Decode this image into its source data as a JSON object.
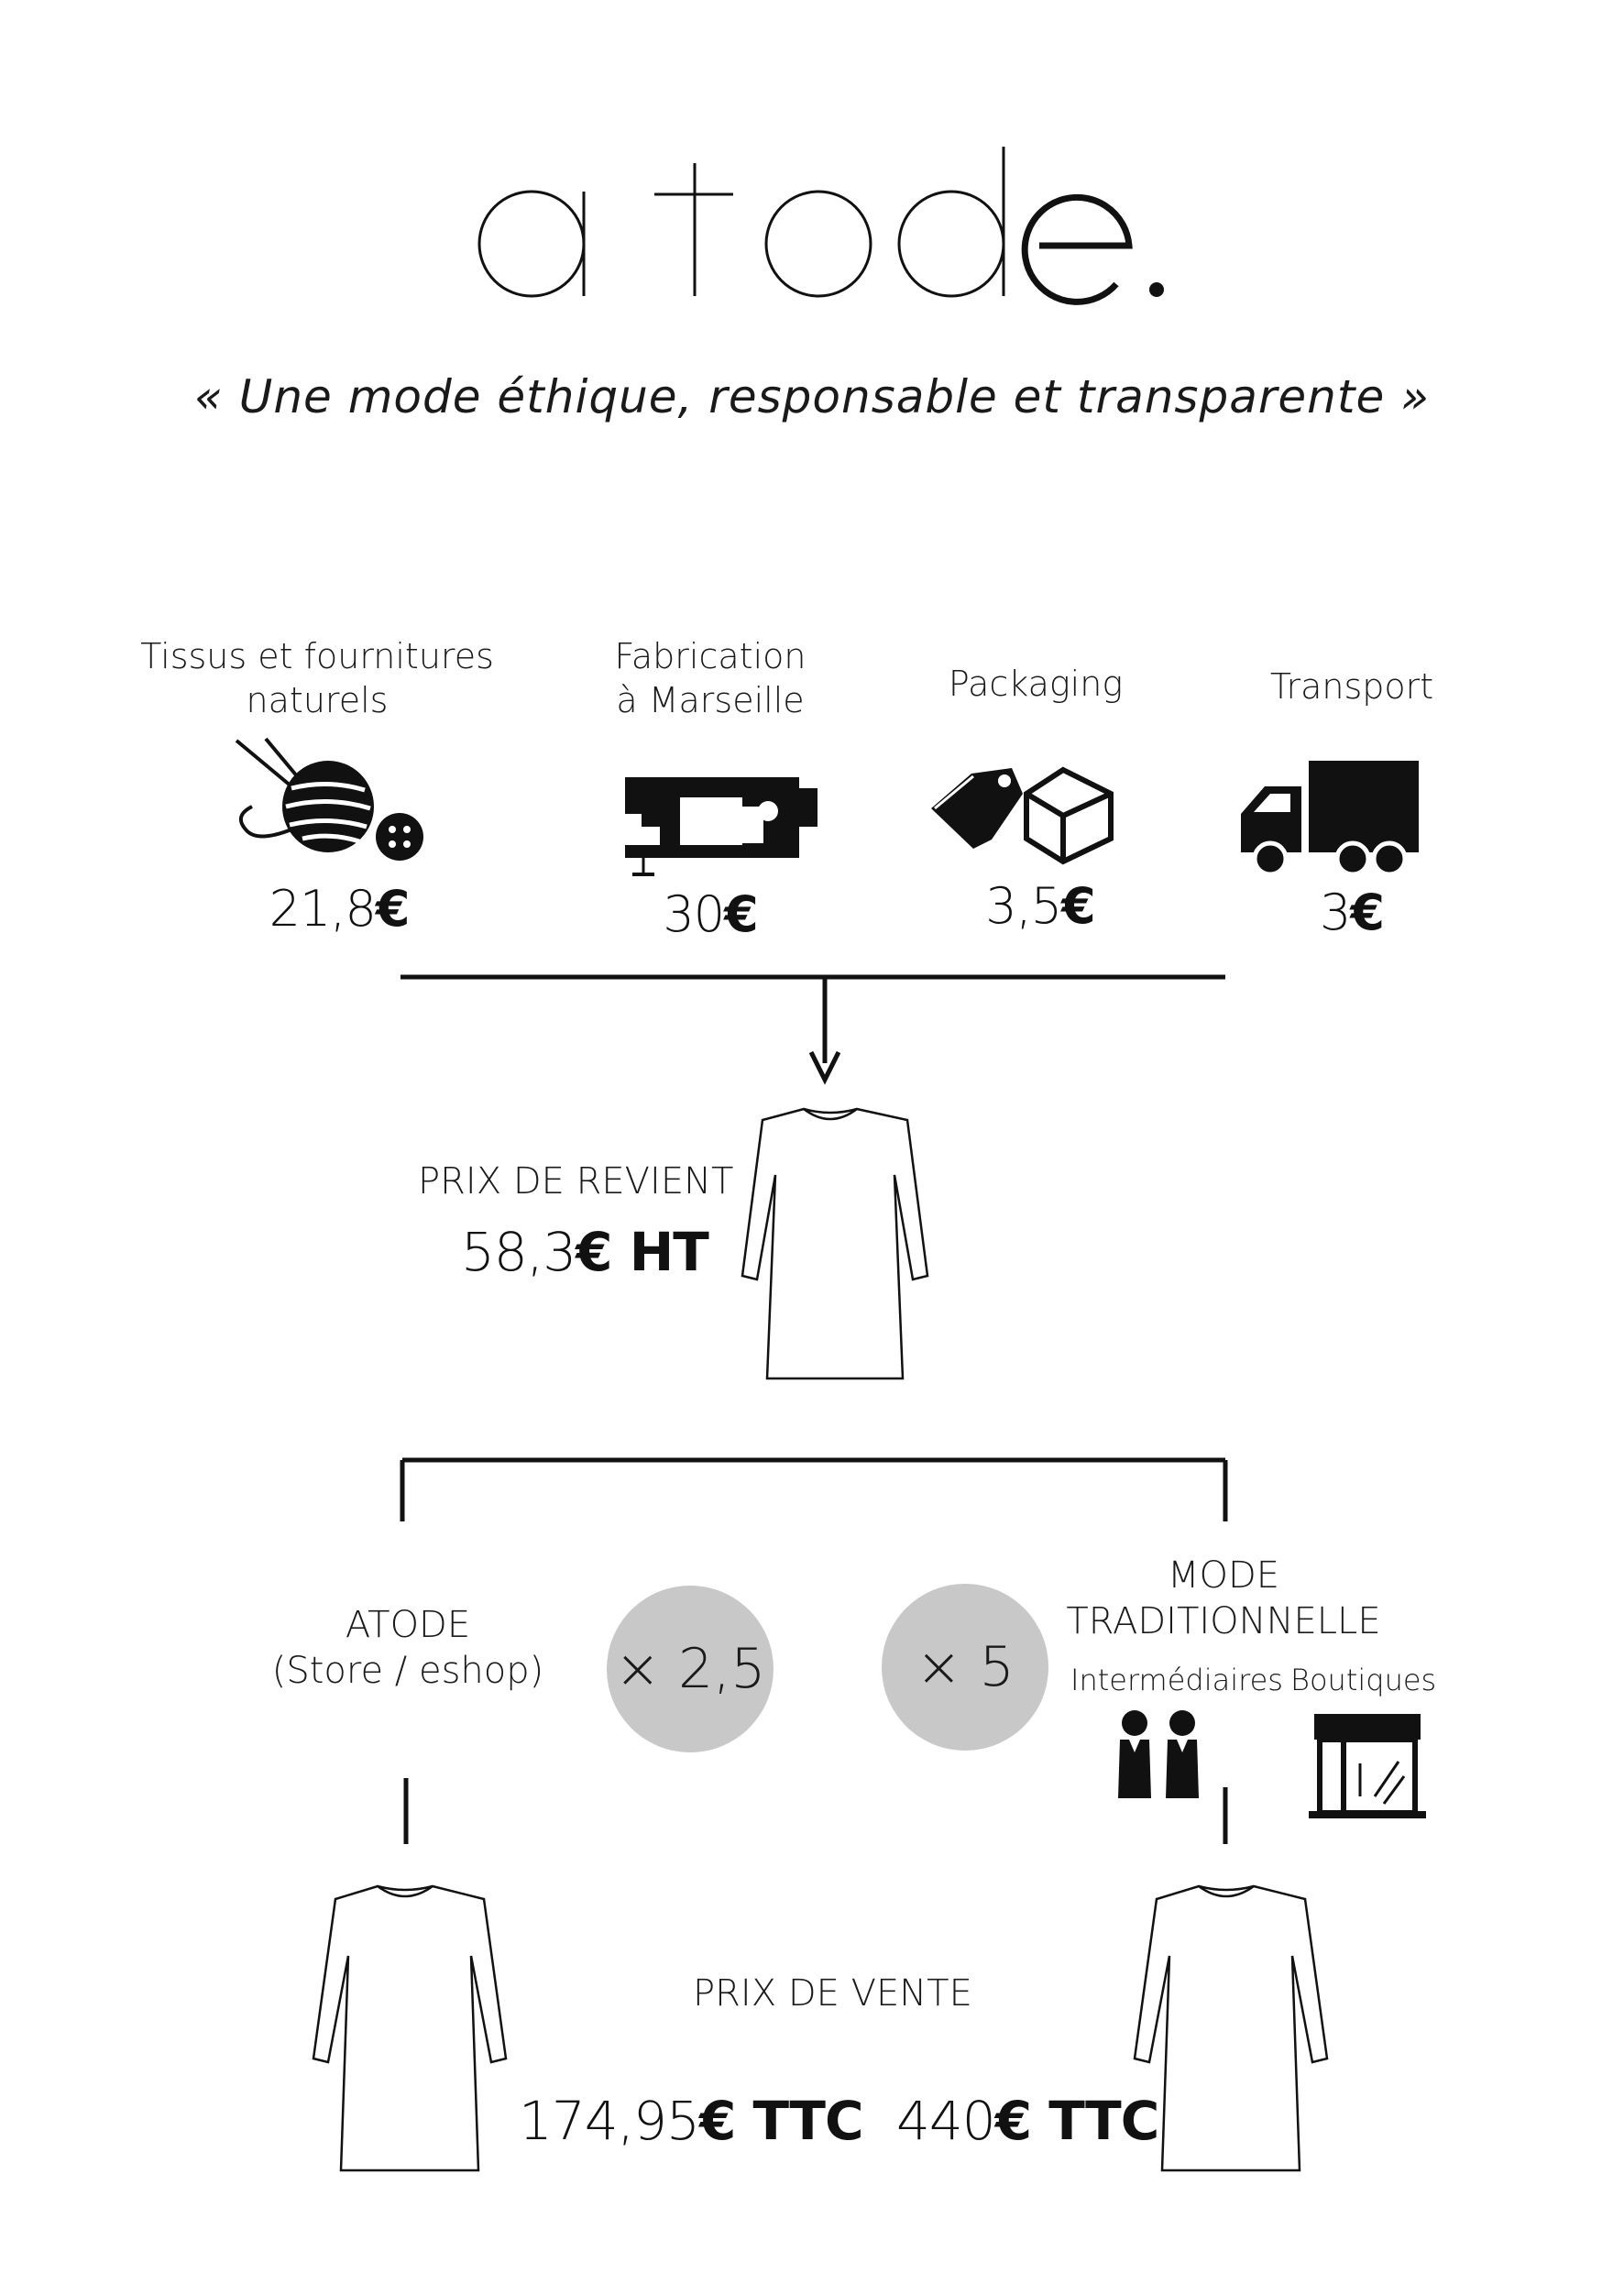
{
  "brand": {
    "logo_letters": [
      "a",
      "t",
      "o",
      "d",
      "e",
      "."
    ],
    "tagline": "« Une mode éthique, responsable et transparente »"
  },
  "costs": [
    {
      "label_line1": "Tissus et fournitures",
      "label_line2": "naturels",
      "amount": "21,8",
      "currency": "€",
      "icon": "yarn-ball-and-button-icon"
    },
    {
      "label_line1": "Fabrication",
      "label_line2": "à Marseille",
      "amount": "30",
      "currency": "€",
      "icon": "sewing-machine-icon"
    },
    {
      "label_line1": "Packaging",
      "label_line2": "",
      "amount": "3,5",
      "currency": "€",
      "icon": "tag-and-box-icon"
    },
    {
      "label_line1": "Transport",
      "label_line2": "",
      "amount": "3",
      "currency": "€",
      "icon": "delivery-truck-icon"
    }
  ],
  "cost_price": {
    "label": "PRIX DE REVIENT",
    "amount": "58,3",
    "currency_suffix": "€ HT"
  },
  "branches": {
    "atode": {
      "label_line1": "ATODE",
      "label_line2": "(Store / eshop)",
      "multiplier": "× 2,5"
    },
    "traditional": {
      "label_line1": "MODE",
      "label_line2": "TRADITIONNELLE",
      "multiplier": "× 5",
      "sub_left": "Intermédiaires",
      "sub_right": "Boutiques"
    }
  },
  "sale_price": {
    "label": "PRIX DE VENTE",
    "atode_amount": "174,95",
    "atode_suffix": "€ TTC",
    "traditional_amount": "440",
    "traditional_suffix": "€ TTC"
  },
  "colors": {
    "ink": "#111111",
    "circle_fill": "#c8c8c8",
    "background": "#ffffff"
  }
}
